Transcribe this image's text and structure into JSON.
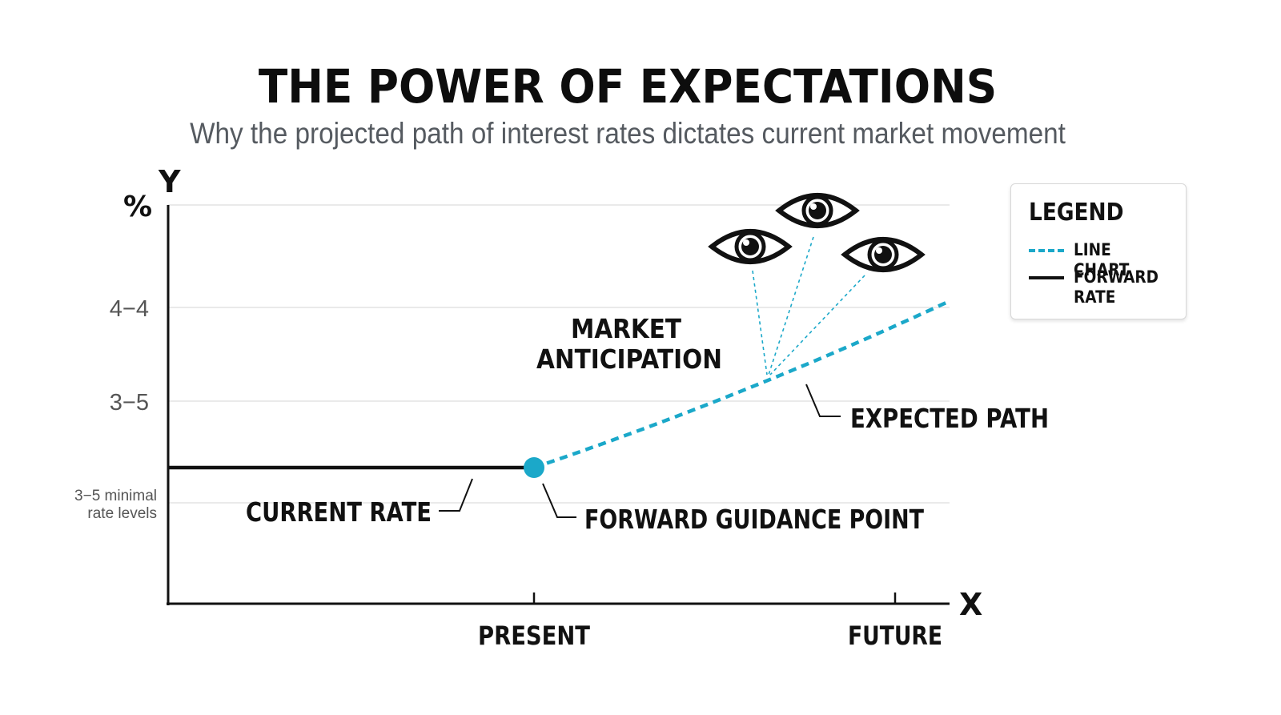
{
  "title": "THE POWER OF EXPECTATIONS",
  "subtitle": "Why the projected path of interest rates dictates current market movement",
  "colors": {
    "accent": "#1ba8c9",
    "line": "#111111",
    "grid": "#e3e3e3"
  },
  "chart_data": {
    "type": "line",
    "y_axis_letter": "Y",
    "y_unit": "%",
    "x_axis_letter": "X",
    "y_ticks": [
      "4−4",
      "3−5"
    ],
    "y_minor_label": [
      "3−5 minimal",
      "rate levels"
    ],
    "x_ticks": [
      "PRESENT",
      "FUTURE"
    ],
    "grid": true,
    "legend_placement": "top-right",
    "series": [
      {
        "name": "FORWARD RATE",
        "style": "solid",
        "color": "#111111",
        "points": [
          [
            "start",
            "3−5 minimal"
          ],
          [
            "PRESENT",
            "3−5 minimal"
          ]
        ]
      },
      {
        "name": "LINE CHART",
        "style": "dashed",
        "color": "#1ba8c9",
        "points": [
          [
            "PRESENT",
            "3−5 minimal"
          ],
          [
            "FUTURE",
            "4−4"
          ]
        ]
      }
    ],
    "annotations": {
      "current_rate": "CURRENT RATE",
      "guidance_point": "FORWARD GUIDANCE POINT",
      "expected_path": "EXPECTED PATH",
      "market_anticipation": [
        "MARKET",
        "ANTICIPATION"
      ]
    }
  },
  "legend": {
    "title": "LEGEND",
    "items": [
      {
        "label": [
          "LINE CHART"
        ],
        "style": "dashed",
        "color": "#1ba8c9"
      },
      {
        "label": [
          "FORWARD",
          "RATE"
        ],
        "style": "solid",
        "color": "#111111"
      }
    ]
  },
  "icons": [
    "eye-icon",
    "eye-icon",
    "eye-icon"
  ]
}
